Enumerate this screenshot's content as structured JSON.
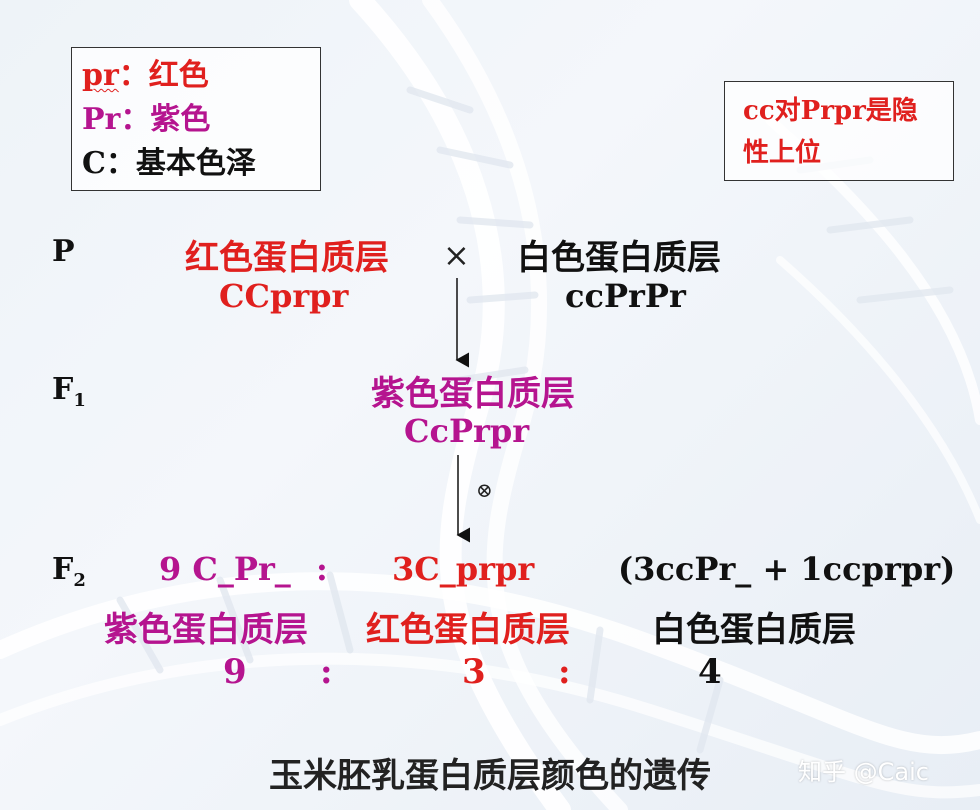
{
  "legend": {
    "line1": {
      "code": "pr",
      "sep": "：",
      "meaning": "红色"
    },
    "line2": {
      "code": "Pr",
      "sep": "：",
      "meaning": "紫色"
    },
    "line3": {
      "code": "C",
      "sep": "：",
      "meaning": "基本色泽"
    }
  },
  "epistasis_note": {
    "line1": "cc对Prpr是隐",
    "line2": "性上位"
  },
  "generation_labels": {
    "p": "P",
    "f1_base": "F",
    "f1_sub": "1",
    "f2_base": "F",
    "f2_sub": "2"
  },
  "parents": {
    "left_phenotype": "红色蛋白质层",
    "left_genotype": "CCprpr",
    "cross_symbol": "×",
    "right_phenotype": "白色蛋白质层",
    "right_genotype": "ccPrPr"
  },
  "f1": {
    "phenotype": "紫色蛋白质层",
    "genotype": "CcPrpr",
    "selfing_symbol": "⊗"
  },
  "f2": {
    "genotype_1": "9 C_Pr_",
    "sep_1": ":",
    "genotype_2": "3C_prpr",
    "genotype_3": "(3ccPr_ + 1ccprpr)",
    "phenotype_1": "紫色蛋白质层",
    "phenotype_2": "红色蛋白质层",
    "phenotype_3": "白色蛋白质层",
    "ratio_1": "9",
    "ratio_sep_1": ":",
    "ratio_2": "3",
    "ratio_sep_2": ":",
    "ratio_3": "4"
  },
  "caption": "玉米胚乳蛋白质层颜色的遗传",
  "watermark": "知乎 @Caic",
  "colors": {
    "red": "#e0201e",
    "magenta": "#b5148f",
    "black": "#111111"
  }
}
